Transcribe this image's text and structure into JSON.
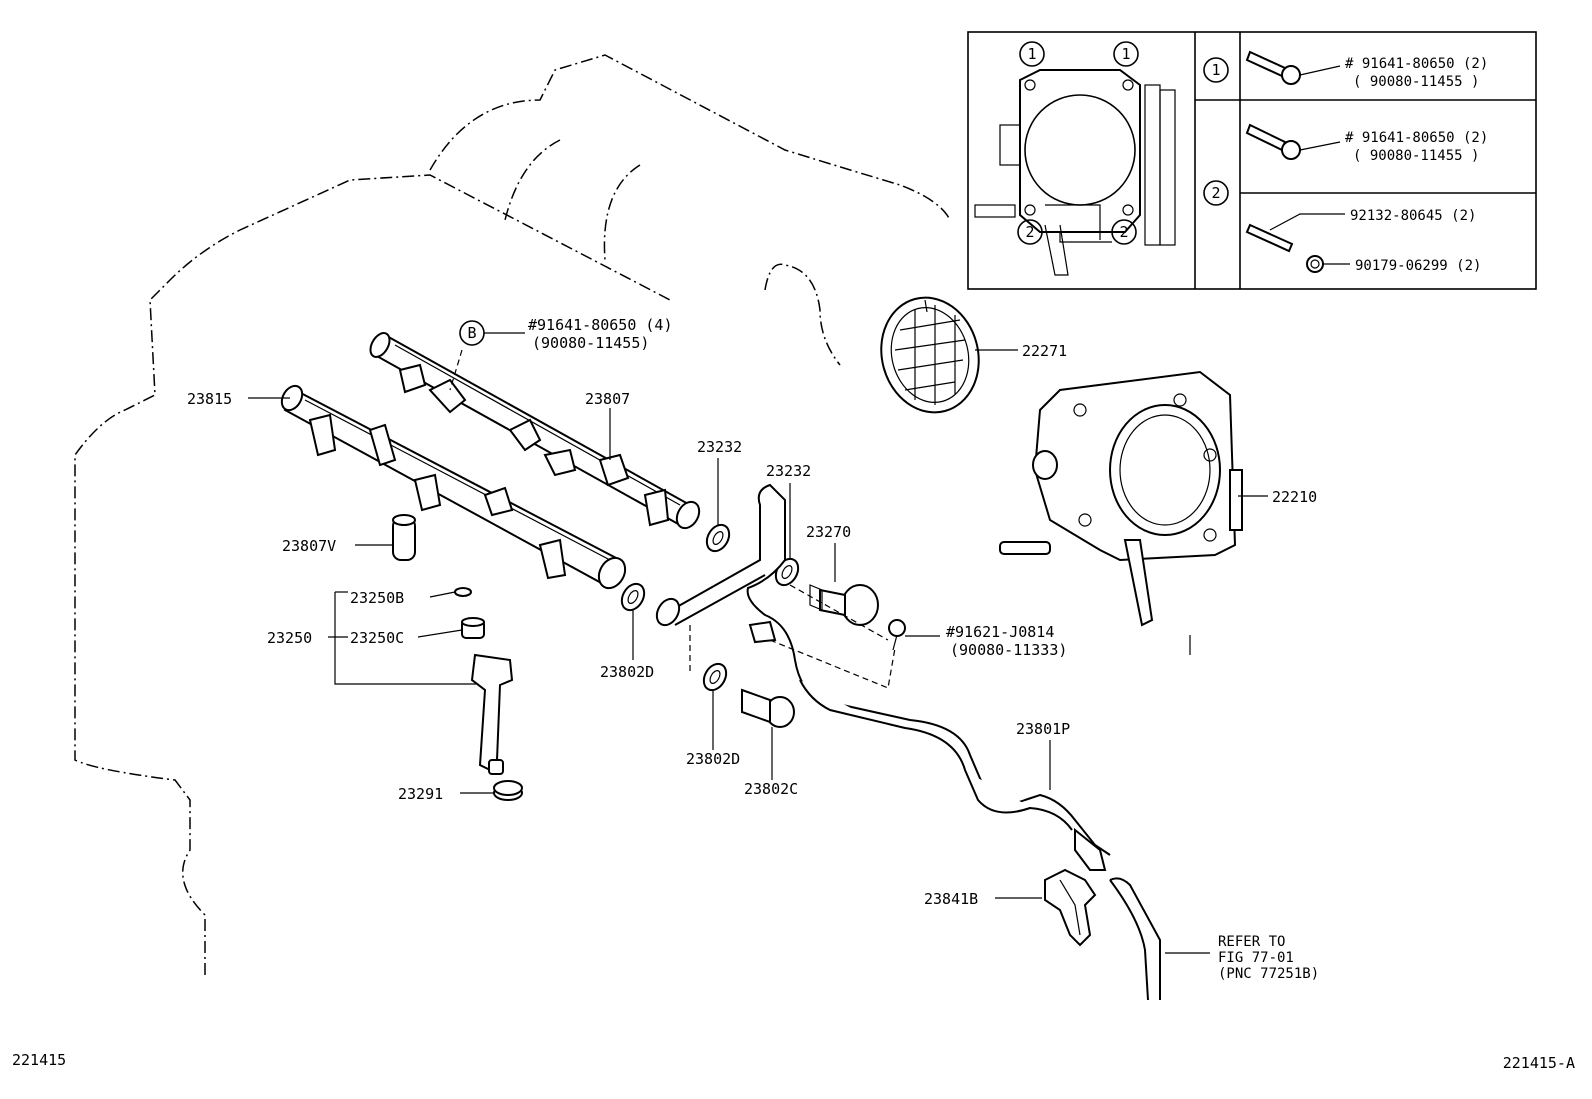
{
  "diagram": {
    "figure_number": "221415",
    "figure_ref": "221415-A",
    "legend": {
      "circle_1": "1",
      "circle_2": "2",
      "circle_b": "B",
      "row1_line1": "# 91641-80650 (2)",
      "row1_line2": "( 90080-11455  )",
      "row2_line1": "# 91641-80650 (2)",
      "row2_line2": "( 90080-11455  )",
      "row3_bolt": "92132-80645 (2)",
      "row3_nut": "90179-06299 (2)"
    },
    "labels": {
      "bolt_b_line1": "#91641-80650 (4)",
      "bolt_b_line2": "(90080-11455)",
      "p22271": "22271",
      "p22210": "22210",
      "p23815": "23815",
      "p23807": "23807",
      "p23232a": "23232",
      "p23232b": "23232",
      "p23270": "23270",
      "p23807v": "23807V",
      "p23250b": "23250B",
      "p23250": "23250",
      "p23250c": "23250C",
      "p23802d_a": "23802D",
      "p23802d_b": "23802D",
      "p23802c": "23802C",
      "p23291": "23291",
      "bolt_c_line1": "#91621-J0814",
      "bolt_c_line2": "(90080-11333)",
      "p23801p": "23801P",
      "p23841b": "23841B",
      "refer_line1": "REFER TO",
      "refer_line2": "FIG 77-01",
      "refer_line3": "(PNC 77251B)"
    }
  }
}
